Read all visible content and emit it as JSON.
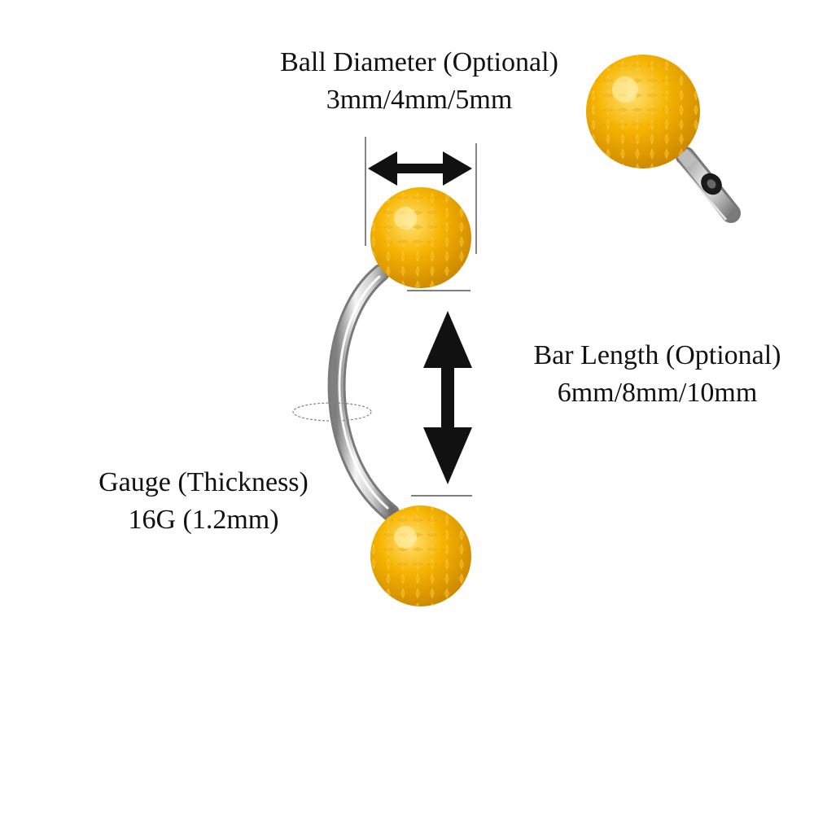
{
  "ball_diameter": {
    "title": "Ball Diameter (Optional)",
    "values": "3mm/4mm/5mm"
  },
  "bar_length": {
    "title": "Bar Length (Optional)",
    "values": "6mm/8mm/10mm"
  },
  "gauge": {
    "title": "Gauge (Thickness)",
    "values": "16G (1.2mm)"
  },
  "colors": {
    "ball": "#f6b400",
    "ball_highlight": "#ffe27a",
    "ball_shadow": "#c98500",
    "bar": "#d9d9d9",
    "bar_dark": "#8a8a8a",
    "arrow": "#111111"
  },
  "icons": {
    "horizontal_arrow": "double-headed-arrow-horizontal",
    "vertical_arrow": "double-headed-arrow-vertical"
  }
}
